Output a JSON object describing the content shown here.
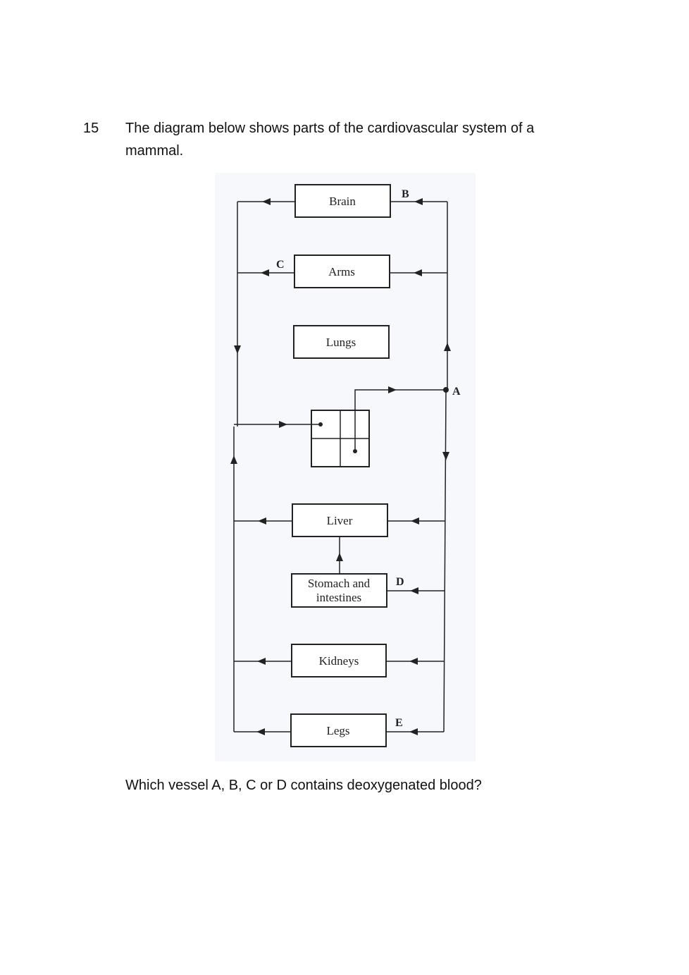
{
  "question": {
    "number": "15",
    "intro_line1": "The diagram below shows parts of the cardiovascular system of a",
    "intro_line2": "mammal.",
    "prompt": "Which vessel A, B, C or D contains deoxygenated blood?"
  },
  "diagram": {
    "organs": {
      "brain": "Brain",
      "arms": "Arms",
      "lungs": "Lungs",
      "liver": "Liver",
      "stomach_line1": "Stomach and",
      "stomach_line2": "intestines",
      "kidneys": "Kidneys",
      "legs": "Legs"
    },
    "vessel_labels": {
      "a": "A",
      "b": "B",
      "c": "C",
      "d": "D",
      "e": "E"
    }
  }
}
